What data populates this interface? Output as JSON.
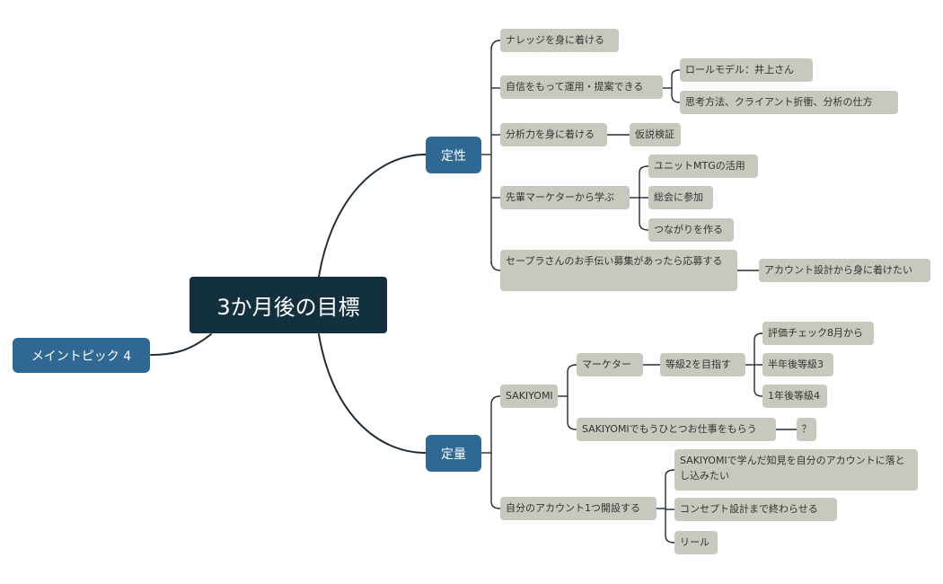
{
  "central": "3か月後の目標",
  "floating": "メイントピック 4",
  "branches": {
    "teisei": "定性",
    "teiryo": "定量"
  },
  "teisei": {
    "knowledge": "ナレッジを身に着ける",
    "confidence": "自信をもって運用・提案できる",
    "role_model": "ロールモデル：井上さん",
    "thinking": "思考方法、クライアント折衝、分析の仕方",
    "analysis": "分析力を身に着ける",
    "hypothesis": "仮説検証",
    "senior": "先輩マーケターから学ぶ",
    "unit_mtg": "ユニットMTGの活用",
    "general_meeting": "総会に参加",
    "connections": "つながりを作る",
    "help": "セープラさんのお手伝い募集があったら応募する",
    "account_design": "アカウント設計から身に着けたい"
  },
  "teiryo": {
    "sakiyomi": "SAKIYOMI",
    "marketer": "マーケター",
    "grade2": "等級2を目指す",
    "eval": "評価チェック8月から",
    "half_year": "半年後等級3",
    "one_year": "1年後等級4",
    "another_job": "SAKIYOMIでもうひとつお仕事をもらう",
    "question": "？",
    "own_account": "自分のアカウント1つ開設する",
    "apply_knowledge": "SAKIYOMIで学んだ知見を自分のアカウントに落とし込みたい",
    "concept": "コンセプト設計まで終わらせる",
    "reel": "リール"
  }
}
